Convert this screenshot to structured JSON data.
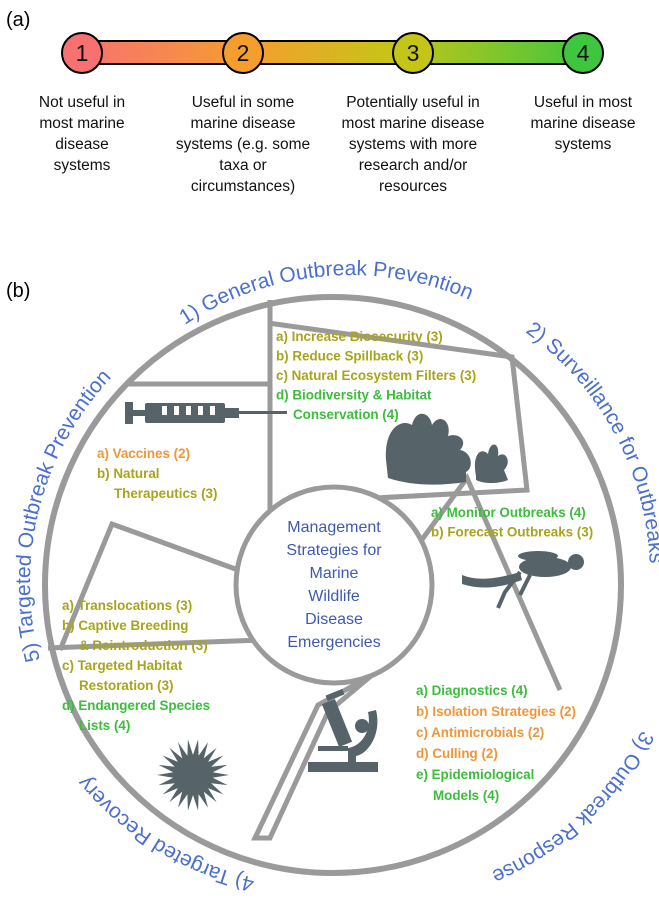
{
  "panel_a": {
    "label": "(a)",
    "stops": [
      {
        "number": "1",
        "color": "#f87171",
        "desc": [
          "Not useful in",
          "most marine",
          "disease",
          "systems"
        ]
      },
      {
        "number": "2",
        "color": "#f59e2e",
        "desc": [
          "Useful in some",
          "marine disease",
          "systems (e.g. some",
          "taxa or",
          "circumstances)"
        ]
      },
      {
        "number": "3",
        "color": "#c5c517",
        "desc": [
          "Potentially useful in",
          "most marine disease",
          "systems with more",
          "research and/or",
          "resources"
        ]
      },
      {
        "number": "4",
        "color": "#3fc63f",
        "desc": [
          "Useful in most",
          "marine disease",
          "systems"
        ]
      }
    ]
  },
  "panel_b": {
    "label": "(b)",
    "center": [
      "Management",
      "Strategies for",
      "Marine",
      "Wildlife",
      "Disease",
      "Emergencies"
    ],
    "sections": [
      {
        "title": "1) General Outbreak Prevention",
        "items": [
          {
            "lines": [
              "a) Increase Biosecurity (3)"
            ],
            "rating": 3
          },
          {
            "lines": [
              "b) Reduce Spillback (3)"
            ],
            "rating": 3
          },
          {
            "lines": [
              "c) Natural Ecosystem Filters (3)"
            ],
            "rating": 3
          },
          {
            "lines": [
              "d) Biodiversity & Habitat",
              "Conservation (4)"
            ],
            "rating": 4
          }
        ]
      },
      {
        "title": "2) Surveillance for Outbreaks",
        "items": [
          {
            "lines": [
              "a) Monitor Outbreaks (4)"
            ],
            "rating": 4
          },
          {
            "lines": [
              "b) Forecast Outbreaks (3)"
            ],
            "rating": 3
          }
        ]
      },
      {
        "title": "3) Outbreak Response",
        "items": [
          {
            "lines": [
              "a) Diagnostics (4)"
            ],
            "rating": 4
          },
          {
            "lines": [
              "b) Isolation Strategies (2)"
            ],
            "rating": 2
          },
          {
            "lines": [
              "c) Antimicrobials (2)"
            ],
            "rating": 2
          },
          {
            "lines": [
              "d) Culling (2)"
            ],
            "rating": 2
          },
          {
            "lines": [
              "e) Epidemiological",
              "Models (4)"
            ],
            "rating": 4
          }
        ]
      },
      {
        "title": "4) Targeted Recovery",
        "items": [
          {
            "lines": [
              "a) Translocations (3)"
            ],
            "rating": 3
          },
          {
            "lines": [
              "b) Captive Breeding",
              "& Reintroduction (3)"
            ],
            "rating": 3
          },
          {
            "lines": [
              "c) Targeted Habitat",
              "Restoration (3)"
            ],
            "rating": 3
          },
          {
            "lines": [
              "d) Endangered Species",
              "Lists (4)"
            ],
            "rating": 4
          }
        ]
      },
      {
        "title": "5) Targeted Outbreak Prevention",
        "items": [
          {
            "lines": [
              "a) Vaccines (2)"
            ],
            "rating": 2
          },
          {
            "lines": [
              "b) Natural",
              "Therapeutics (3)"
            ],
            "rating": 3
          }
        ]
      }
    ],
    "rating_colors": {
      "2": "#f0963a",
      "3": "#a8a41c",
      "4": "#3cbd3c"
    },
    "ring_color": "#9a9a9a",
    "title_color": "#4a6fcf",
    "icon_color": "#56646a"
  }
}
